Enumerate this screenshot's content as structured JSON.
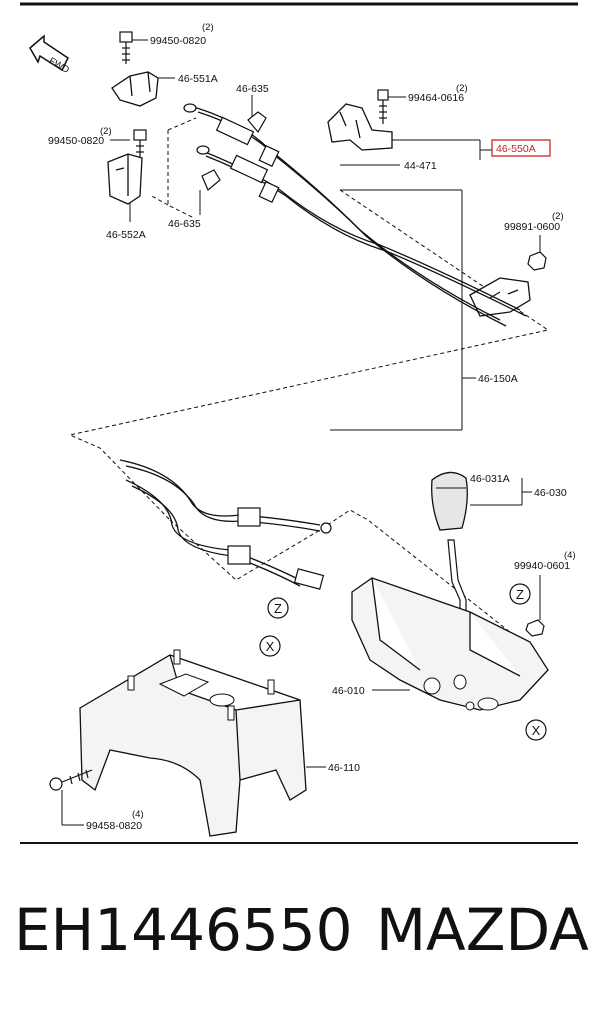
{
  "diagram": {
    "fwd_label": "FWD",
    "parts": [
      {
        "id": "p1",
        "code": "99450-0820",
        "qty": "(2)"
      },
      {
        "id": "p2",
        "code": "46-551A",
        "qty": ""
      },
      {
        "id": "p3",
        "code": "46-635",
        "qty": ""
      },
      {
        "id": "p4",
        "code": "99464-0616",
        "qty": "(2)"
      },
      {
        "id": "p5",
        "code": "99450-0820",
        "qty": "(2)"
      },
      {
        "id": "p6",
        "code": "46-550A",
        "qty": "",
        "highlight": true
      },
      {
        "id": "p7",
        "code": "44-471",
        "qty": ""
      },
      {
        "id": "p8",
        "code": "46-552A",
        "qty": ""
      },
      {
        "id": "p9",
        "code": "46-635",
        "qty": ""
      },
      {
        "id": "p10",
        "code": "99891-0600",
        "qty": "(2)"
      },
      {
        "id": "p11",
        "code": "46-150A",
        "qty": ""
      },
      {
        "id": "p12",
        "code": "46-031A",
        "qty": ""
      },
      {
        "id": "p13",
        "code": "46-030",
        "qty": ""
      },
      {
        "id": "p14",
        "code": "99940-0601",
        "qty": "(4)"
      },
      {
        "id": "p15",
        "code": "46-010",
        "qty": ""
      },
      {
        "id": "p16",
        "code": "46-110",
        "qty": ""
      },
      {
        "id": "p17",
        "code": "99458-0820",
        "qty": "(4)"
      }
    ],
    "callouts": {
      "z": "Z",
      "x": "X"
    },
    "highlight_color": "#cc2222"
  },
  "footer": {
    "part_number": "EH1446550",
    "brand": "MAZDA"
  }
}
